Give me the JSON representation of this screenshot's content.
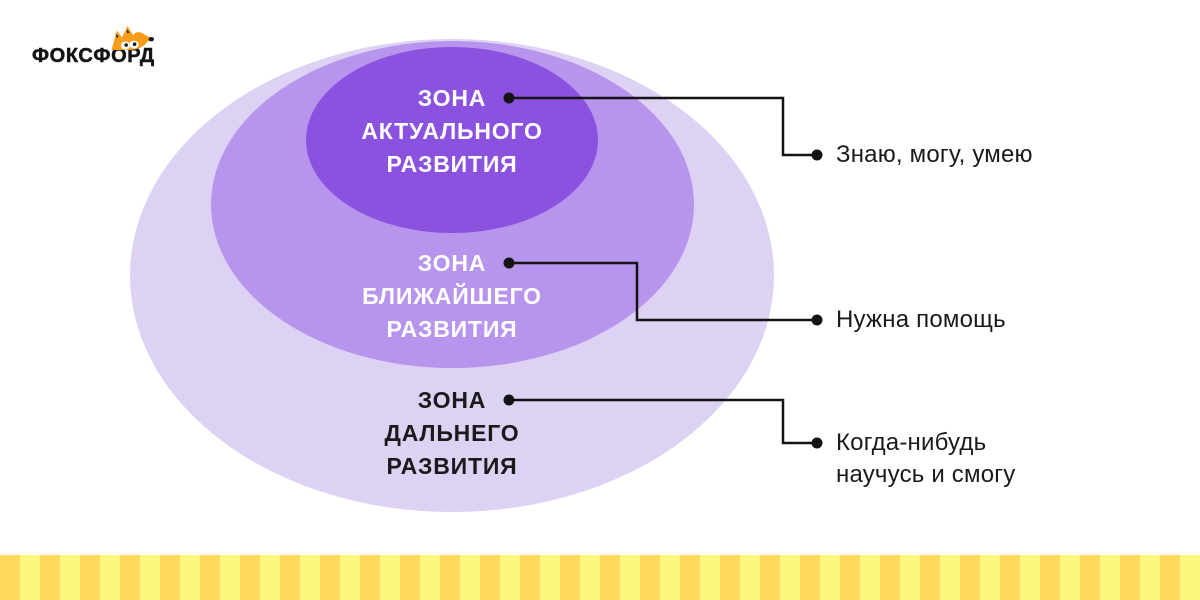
{
  "logo": {
    "text": "ФОКСФОРД",
    "color": "#141414",
    "fox_color": "#F79D1A"
  },
  "diagram": {
    "line_color": "#141414",
    "zones": [
      {
        "name": "actual-development",
        "label": "ЗОНА\nАКТУАЛЬНОГО\nРАЗВИТИЯ",
        "fill": "#8A52DF",
        "label_color": "#FFFFFF",
        "annotation": "Знаю, могу, умею"
      },
      {
        "name": "proximal-development",
        "label": "ЗОНА\nБЛИЖАЙШЕГО\nРАЗВИТИЯ",
        "fill": "#B795EC",
        "label_color": "#FFFFFF",
        "annotation": "Нужна помощь"
      },
      {
        "name": "distant-development",
        "label": "ЗОНА\nДАЛЬНЕГО\nРАЗВИТИЯ",
        "fill": "#DDD2F4",
        "label_color": "#1A1A1A",
        "annotation": "Когда-нибудь\nнаучусь и смогу"
      }
    ]
  },
  "footer": {
    "stripe_colors": [
      "#FFD95C",
      "#FBF67E"
    ]
  }
}
